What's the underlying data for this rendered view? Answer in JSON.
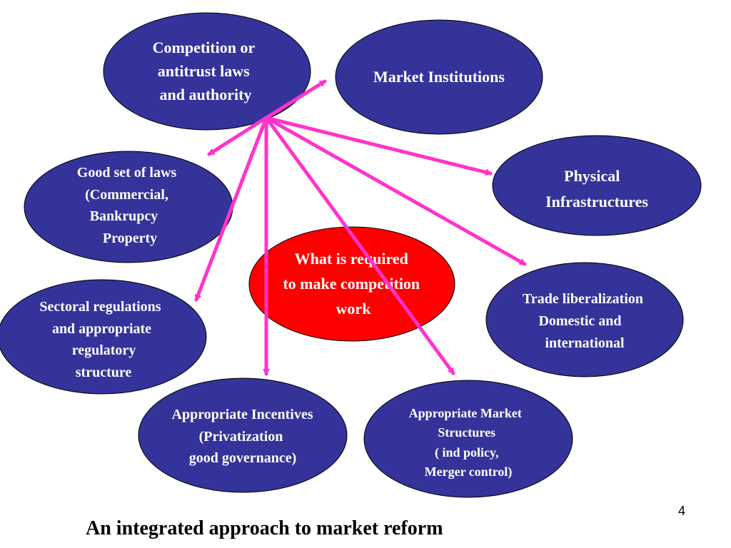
{
  "colors": {
    "node_fill": "#333399",
    "node_stroke": "#000000",
    "center_fill": "#ff0000",
    "arrow": "#ff33cc",
    "text": "#ffffff"
  },
  "nodes": {
    "competition": {
      "lines": [
        "Competition or",
        "antitrust laws",
        "and authority"
      ]
    },
    "market_institutions": {
      "lines": [
        "Market Institutions"
      ]
    },
    "good_laws": {
      "lines": [
        "Good set of laws",
        "(Commercial,",
        "Bankrupcy",
        "Property"
      ]
    },
    "physical": {
      "lines": [
        "Physical",
        "Infrastructures"
      ]
    },
    "center": {
      "lines": [
        "What is required",
        "to make competition",
        "work"
      ]
    },
    "sectoral": {
      "lines": [
        "Sectoral regulations",
        "and appropriate",
        "regulatory",
        "structure"
      ]
    },
    "trade": {
      "lines": [
        "Trade liberalization",
        "Domestic and",
        "international"
      ]
    },
    "incentives": {
      "lines": [
        "Appropriate Incentives",
        "(Privatization",
        "good governance)"
      ]
    },
    "market_structures": {
      "lines": [
        "Appropriate Market",
        "Structures",
        "( ind policy,",
        "Merger control)"
      ]
    }
  },
  "caption": "An integrated approach to market reform",
  "slide_number": "4"
}
